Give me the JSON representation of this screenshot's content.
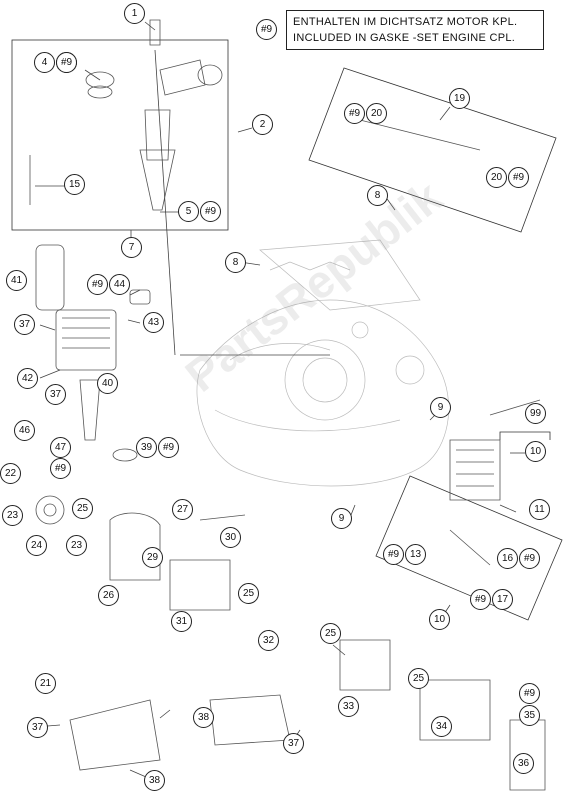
{
  "legend": {
    "tag": "#9",
    "line1": "ENTHALTEN IM DICHTSATZ MOTOR KPL.",
    "line2": "INCLUDED IN GASKE  -SET ENGINE CPL."
  },
  "watermark": "PartsRepublik",
  "callouts": [
    "1",
    "#9",
    "4",
    "#9",
    "2",
    "15",
    "5",
    "#9",
    "7",
    "19",
    "#9",
    "20",
    "20",
    "#9",
    "8",
    "8",
    "41",
    "#9",
    "44",
    "37",
    "43",
    "42",
    "40",
    "37",
    "46",
    "47",
    "#9",
    "39",
    "#9",
    "9",
    "99",
    "10",
    "22",
    "23",
    "25",
    "24",
    "23",
    "27",
    "30",
    "29",
    "26",
    "9",
    "11",
    "#9",
    "13",
    "16",
    "#9",
    "25",
    "31",
    "#9",
    "17",
    "10",
    "32",
    "25",
    "21",
    "25",
    "33",
    "#9",
    "35",
    "38",
    "37",
    "34",
    "37",
    "36",
    "38"
  ]
}
